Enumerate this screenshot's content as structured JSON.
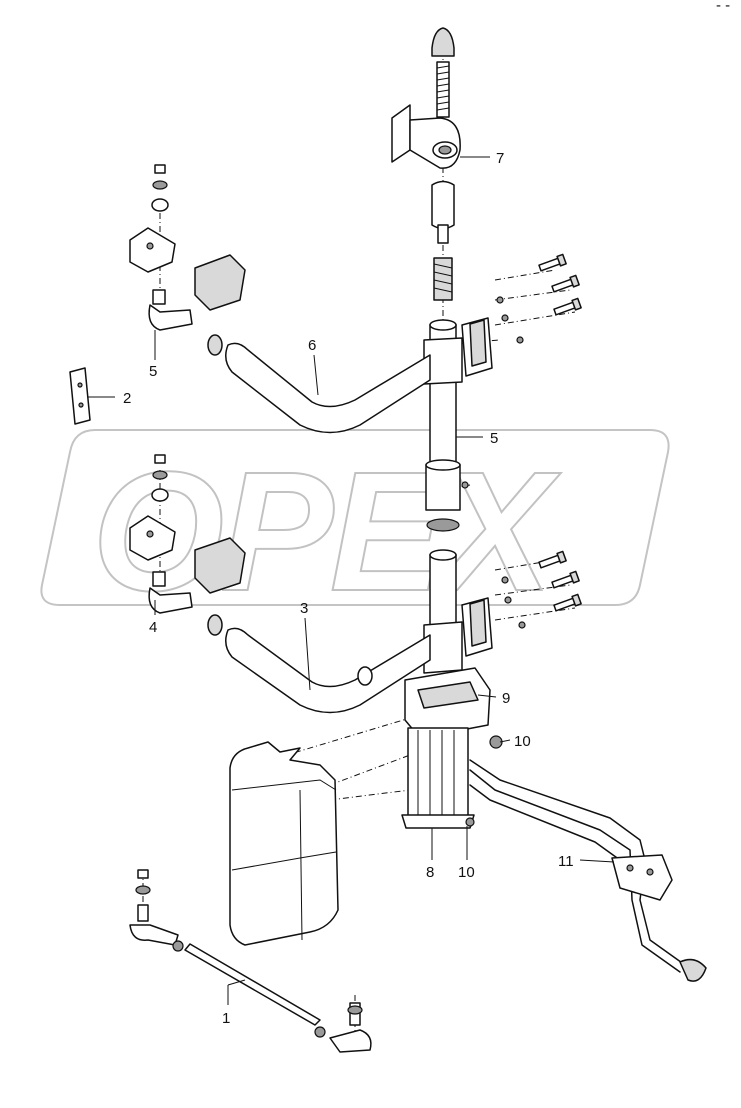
{
  "watermark": {
    "text": "OPEX"
  },
  "callouts": [
    {
      "id": "c1",
      "label": "1"
    },
    {
      "id": "c2",
      "label": "2"
    },
    {
      "id": "c3",
      "label": "3"
    },
    {
      "id": "c4",
      "label": "4"
    },
    {
      "id": "c5a",
      "label": "5"
    },
    {
      "id": "c5b",
      "label": "5"
    },
    {
      "id": "c6",
      "label": "6"
    },
    {
      "id": "c7",
      "label": "7"
    },
    {
      "id": "c8",
      "label": "8"
    },
    {
      "id": "c9",
      "label": "9"
    },
    {
      "id": "c10a",
      "label": "10"
    },
    {
      "id": "c10b",
      "label": "10"
    },
    {
      "id": "c11",
      "label": "11"
    }
  ],
  "corner_mark": {
    "text": "- -"
  }
}
